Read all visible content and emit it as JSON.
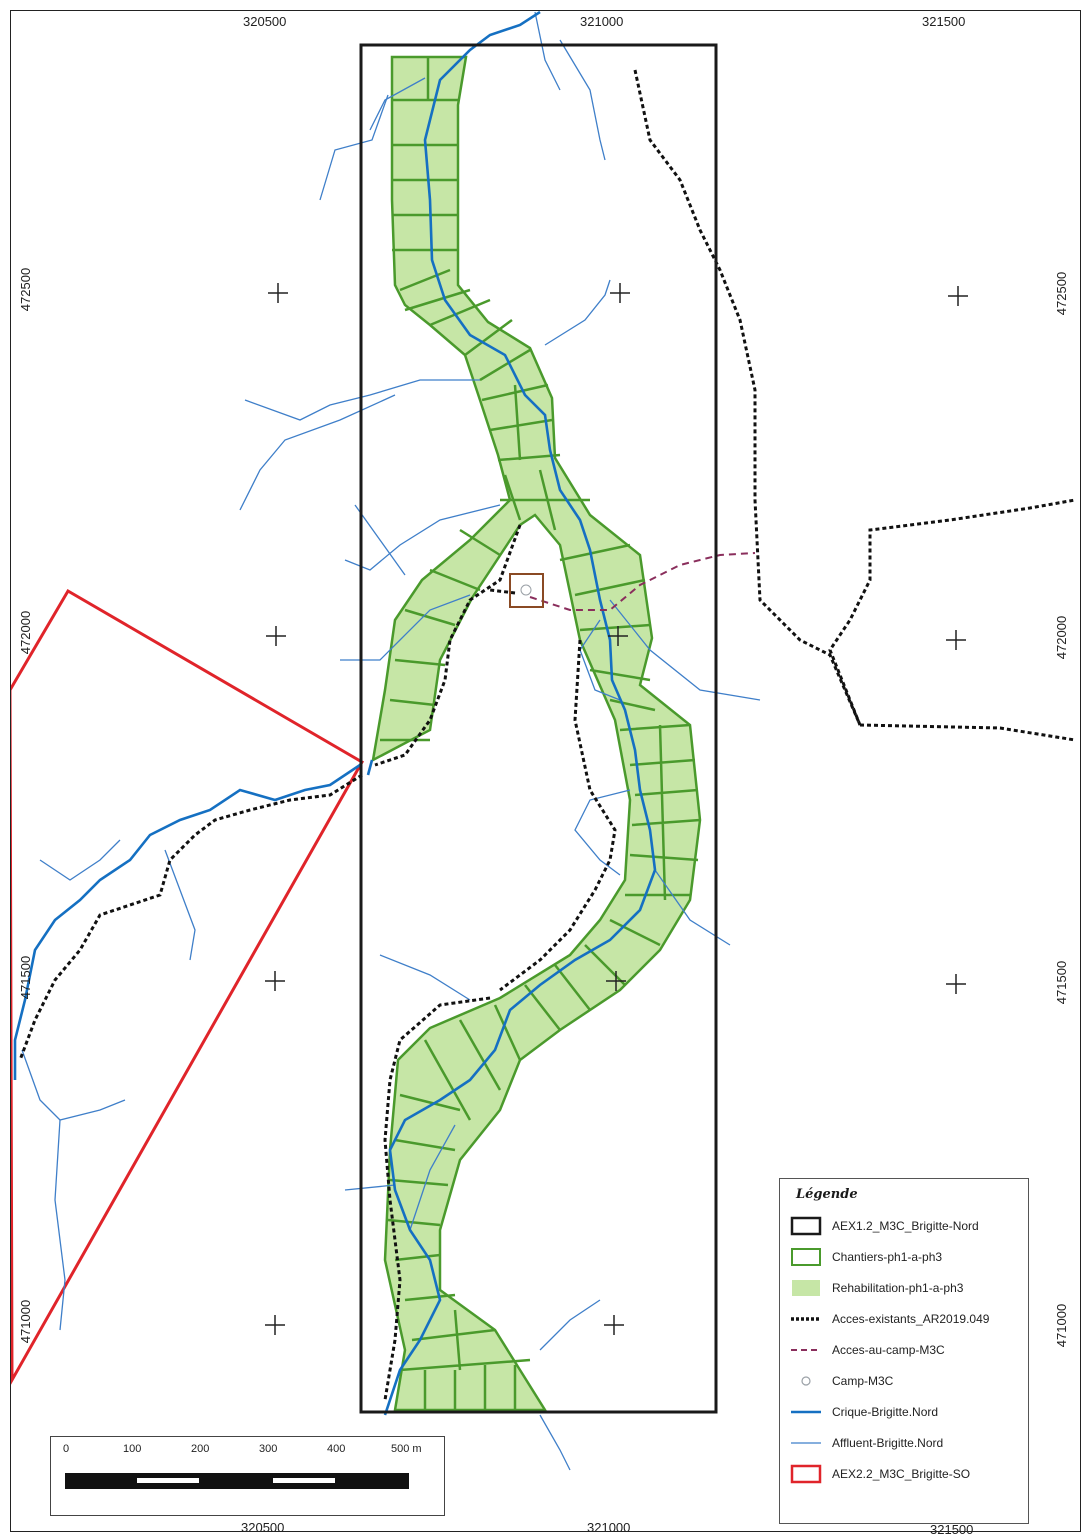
{
  "grid": {
    "top_labels": [
      "320500",
      "321000",
      "321500"
    ],
    "bottom_labels": [
      "320500",
      "321000",
      "321500"
    ],
    "left_labels": [
      "472500",
      "472000",
      "471500",
      "471000"
    ],
    "right_labels": [
      "472500",
      "472000",
      "471500",
      "471000"
    ]
  },
  "legend": {
    "title": "Légende",
    "items": [
      {
        "label": "AEX1.2_M3C_Brigitte-Nord",
        "symbol": "black-rectangle"
      },
      {
        "label": "Chantiers-ph1-a-ph3",
        "symbol": "green-outline-box"
      },
      {
        "label": "Rehabilitation-ph1-a-ph3",
        "symbol": "green-fill-box"
      },
      {
        "label": "Acces-existants_AR2019.049",
        "symbol": "black-dashed-line"
      },
      {
        "label": "Acces-au-camp-M3C",
        "symbol": "purple-dashed-line"
      },
      {
        "label": "Camp-M3C",
        "symbol": "camp-circle"
      },
      {
        "label": "Crique-Brigitte.Nord",
        "symbol": "thick-blue-line"
      },
      {
        "label": "Affluent-Brigitte.Nord",
        "symbol": "thin-blue-line"
      },
      {
        "label": "AEX2.2_M3C_Brigitte-SO",
        "symbol": "red-rectangle"
      }
    ]
  },
  "scalebar": {
    "labels": [
      "0",
      "100",
      "200",
      "300",
      "400",
      "500 m"
    ]
  },
  "colors": {
    "aex1_outline": "#1a1a1a",
    "aex2_outline": "#e0242a",
    "chantier_stroke": "#4a9a2c",
    "rehab_fill": "#c6e6a6",
    "crique": "#1570c2",
    "affluent": "#3f7fc9",
    "acces_existants": "#111111",
    "acces_camp": "#8a2e5c",
    "camp_box": "#8a4a24"
  }
}
